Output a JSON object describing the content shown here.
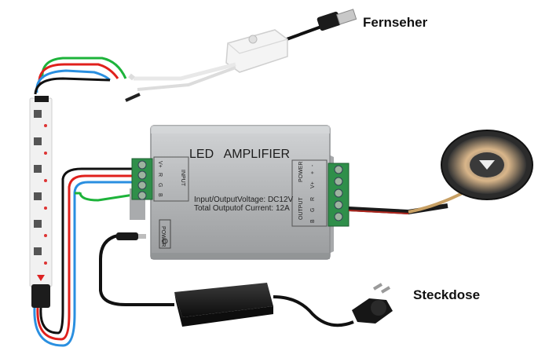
{
  "labels": {
    "tv": "Fernseher",
    "socket": "Steckdose"
  },
  "amplifier": {
    "title": "LED   AMPLIFIER",
    "spec_voltage": "Input/OutputVoltage: DC12V",
    "spec_current": "Total Outputof Current: 12A",
    "input_label": "INPUT",
    "input_pins": [
      "V+",
      "R",
      "G",
      "B"
    ],
    "output_label": "OUTPUT",
    "output_pins": [
      "B",
      "G",
      "R",
      "V+"
    ],
    "power_label": "POWER",
    "power_pins": [
      "+",
      "-"
    ],
    "dc_power_label": "POWER"
  },
  "colors": {
    "wire_green": "#1db33a",
    "wire_red": "#e0201c",
    "wire_blue": "#2a8fe0",
    "wire_black": "#111111",
    "housing": "#b7b9bb",
    "terminal": "#2f8f4a"
  },
  "icons": [
    "usb-plug-icon",
    "ir-controller-icon",
    "led-strip-icon",
    "led-reel-icon",
    "power-adapter-icon",
    "schuko-plug-icon",
    "dc-jack-icon"
  ]
}
